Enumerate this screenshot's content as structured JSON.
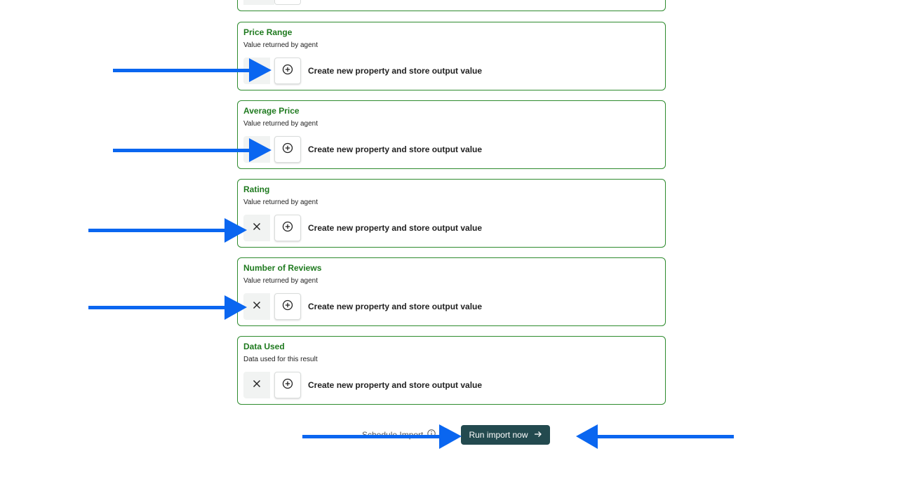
{
  "cards": [
    {
      "title": "Price Range",
      "subtitle": "Value returned by agent",
      "action_label": "Create new property and store output value",
      "has_remove": false
    },
    {
      "title": "Average Price",
      "subtitle": "Value returned by agent",
      "action_label": "Create new property and store output value",
      "has_remove": false
    },
    {
      "title": "Rating",
      "subtitle": "Value returned by agent",
      "action_label": "Create new property and store output value",
      "has_remove": true
    },
    {
      "title": "Number of Reviews",
      "subtitle": "Value returned by agent",
      "action_label": "Create new property and store output value",
      "has_remove": true
    },
    {
      "title": "Data Used",
      "subtitle": "Data used for this result",
      "action_label": "Create new property and store output value",
      "has_remove": true
    }
  ],
  "footer": {
    "schedule_label": "Schedule Import",
    "run_label": "Run import now"
  },
  "icons": {
    "remove": "close-icon",
    "add": "plus-circle-icon",
    "info": "info-icon",
    "run": "arrow-right-icon"
  },
  "colors": {
    "card_border": "#2e8b2e",
    "card_title": "#1f7a1f",
    "run_button_bg": "#234a4f",
    "annotation_arrow": "#0a66f0"
  }
}
